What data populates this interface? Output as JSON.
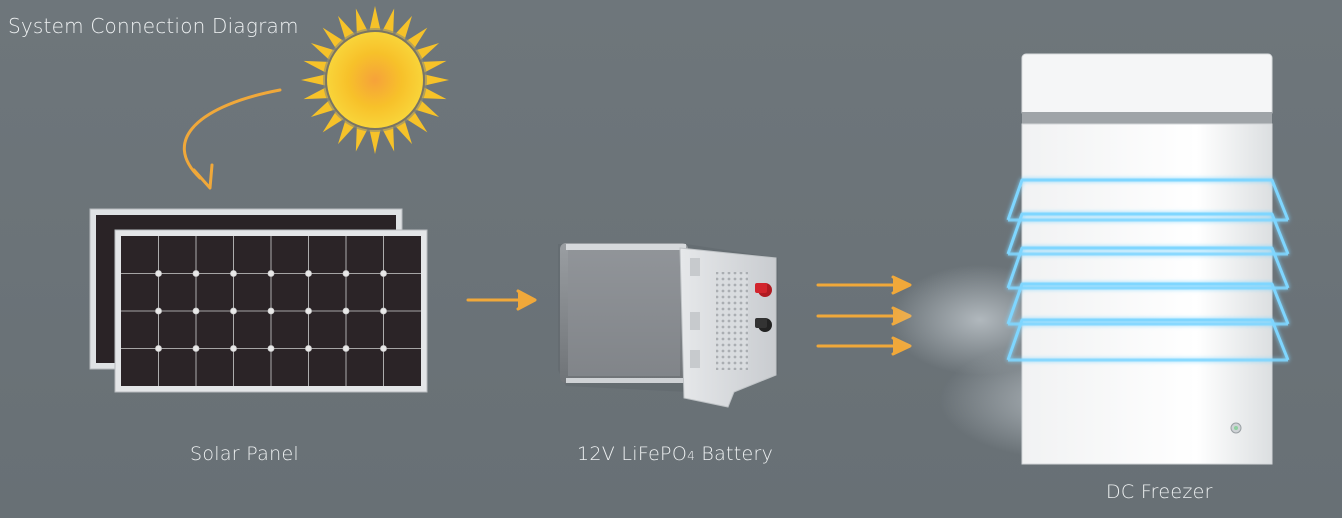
{
  "title": "System Connection Diagram",
  "nodes": {
    "solar_panel": "Solar Panel",
    "battery": {
      "main": "12V LiFePO",
      "sub": "4",
      "suffix": " Battery"
    },
    "freezer": "DC Freezer"
  },
  "colors": {
    "background": "#6c7479",
    "arrow": "#f0a83a",
    "sun": "#f6c229",
    "cell": "#2a2326",
    "frame": "#dcdfe1",
    "freezer_body": "#f4f5f6",
    "cold_wave": "#7fd6ff"
  },
  "icons": [
    "sun-icon",
    "solar-panel-icon",
    "battery-icon",
    "freezer-icon",
    "flow-arrow-icon"
  ]
}
